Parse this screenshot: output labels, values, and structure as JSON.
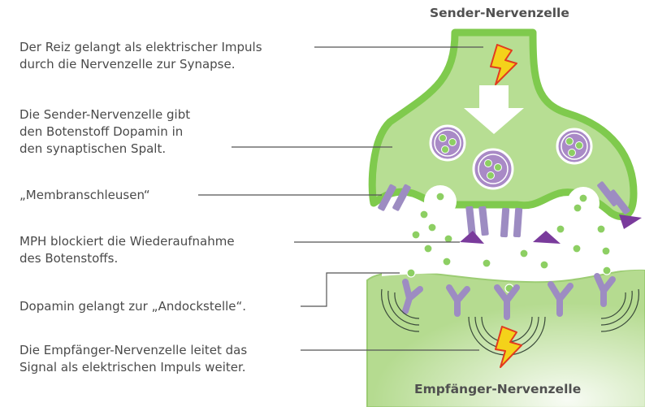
{
  "diagram": {
    "top_title": "Sender-Nervenzelle",
    "bottom_title": "Empfänger-Nervenzelle",
    "labels": [
      "Der Reiz gelangt als elektrischer Impuls\ndurch die Nervenzelle zur Synapse.",
      "Die Sender-Nervenzelle gibt\nden Botenstoff Dopamin in\nden synaptischen Spalt.",
      "„Membranschleusen“",
      "MPH blockiert die Wiederaufnahme\ndes Botenstoffs.",
      "Dopamin gelangt zur „Andockstelle“.",
      "Die Empfänger-Nervenzelle leitet das\nSignal als elektrischen Impuls weiter."
    ]
  },
  "colors": {
    "membrane": "#8dcf63",
    "cell_fill": "#b4dc8e",
    "vesicle": "#a98ac6",
    "channel": "#9d8cc2",
    "mph": "#7a3b9c",
    "dopamine": "#7cc35a",
    "lightning": "#f4d21a",
    "lightning_edge": "#e23b1f"
  }
}
